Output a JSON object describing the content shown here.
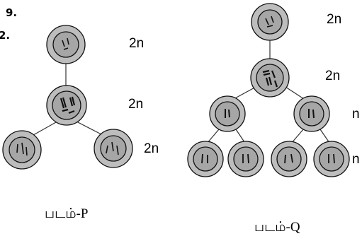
{
  "question": {
    "number": "9.",
    "sub_number": "2."
  },
  "figures": [
    {
      "caption": "படம்-P",
      "levels": [
        {
          "ploidy": "2n",
          "cells": 1
        },
        {
          "ploidy": "2n",
          "cells": 1
        },
        {
          "ploidy": "2n",
          "cells": 2
        }
      ]
    },
    {
      "caption": "படம்-Q",
      "levels": [
        {
          "ploidy": "2n",
          "cells": 1
        },
        {
          "ploidy": "2n",
          "cells": 1
        },
        {
          "ploidy": "n",
          "cells": 2
        },
        {
          "ploidy": "n",
          "cells": 4
        }
      ]
    }
  ],
  "colors": {
    "cell_fill": "#bdbdbd",
    "nucleus_fill": "#a6a6a6",
    "outline": "#111111",
    "line": "#333333"
  }
}
